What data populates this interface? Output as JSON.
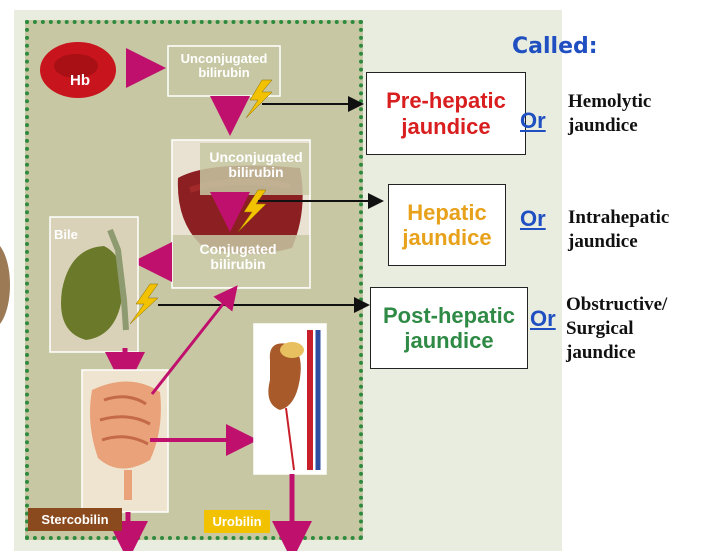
{
  "title": "Called:",
  "pathway": {
    "hb": "Hb",
    "unconjugated_top": "Unconjugated bilirubin",
    "unconjugated_liver": "Unconjugated bilirubin",
    "conjugated": "Conjugated bilirubin",
    "bile": "Bile",
    "stercobilin": "Stercobilin",
    "urobilin": "Urobilin"
  },
  "types": [
    {
      "name_line1": "Pre-hepatic",
      "name_line2": "jaundice",
      "color": "#d81e1e",
      "or": "Or",
      "alt_line1": "Hemolytic",
      "alt_line2": "jaundice",
      "alt_line3": ""
    },
    {
      "name_line1": "Hepatic",
      "name_line2": "jaundice",
      "color": "#e8a11a",
      "or": "Or",
      "alt_line1": "Intrahepatic",
      "alt_line2": "jaundice",
      "alt_line3": ""
    },
    {
      "name_line1": "Post-hepatic",
      "name_line2": "jaundice",
      "color": "#2f8a45",
      "or": "Or",
      "alt_line1": "Obstructive/",
      "alt_line2": "Surgical",
      "alt_line3": "jaundice"
    }
  ],
  "colors": {
    "arrow_magenta": "#c0106e",
    "lightning": "#f2c200",
    "panel_olive": "#c7c8a3",
    "dotted_border": "#2e8a3e",
    "stercobilin_bg": "#8a4a1e",
    "urobilin_bg": "#f2c200",
    "or_blue": "#1f4fc1"
  }
}
